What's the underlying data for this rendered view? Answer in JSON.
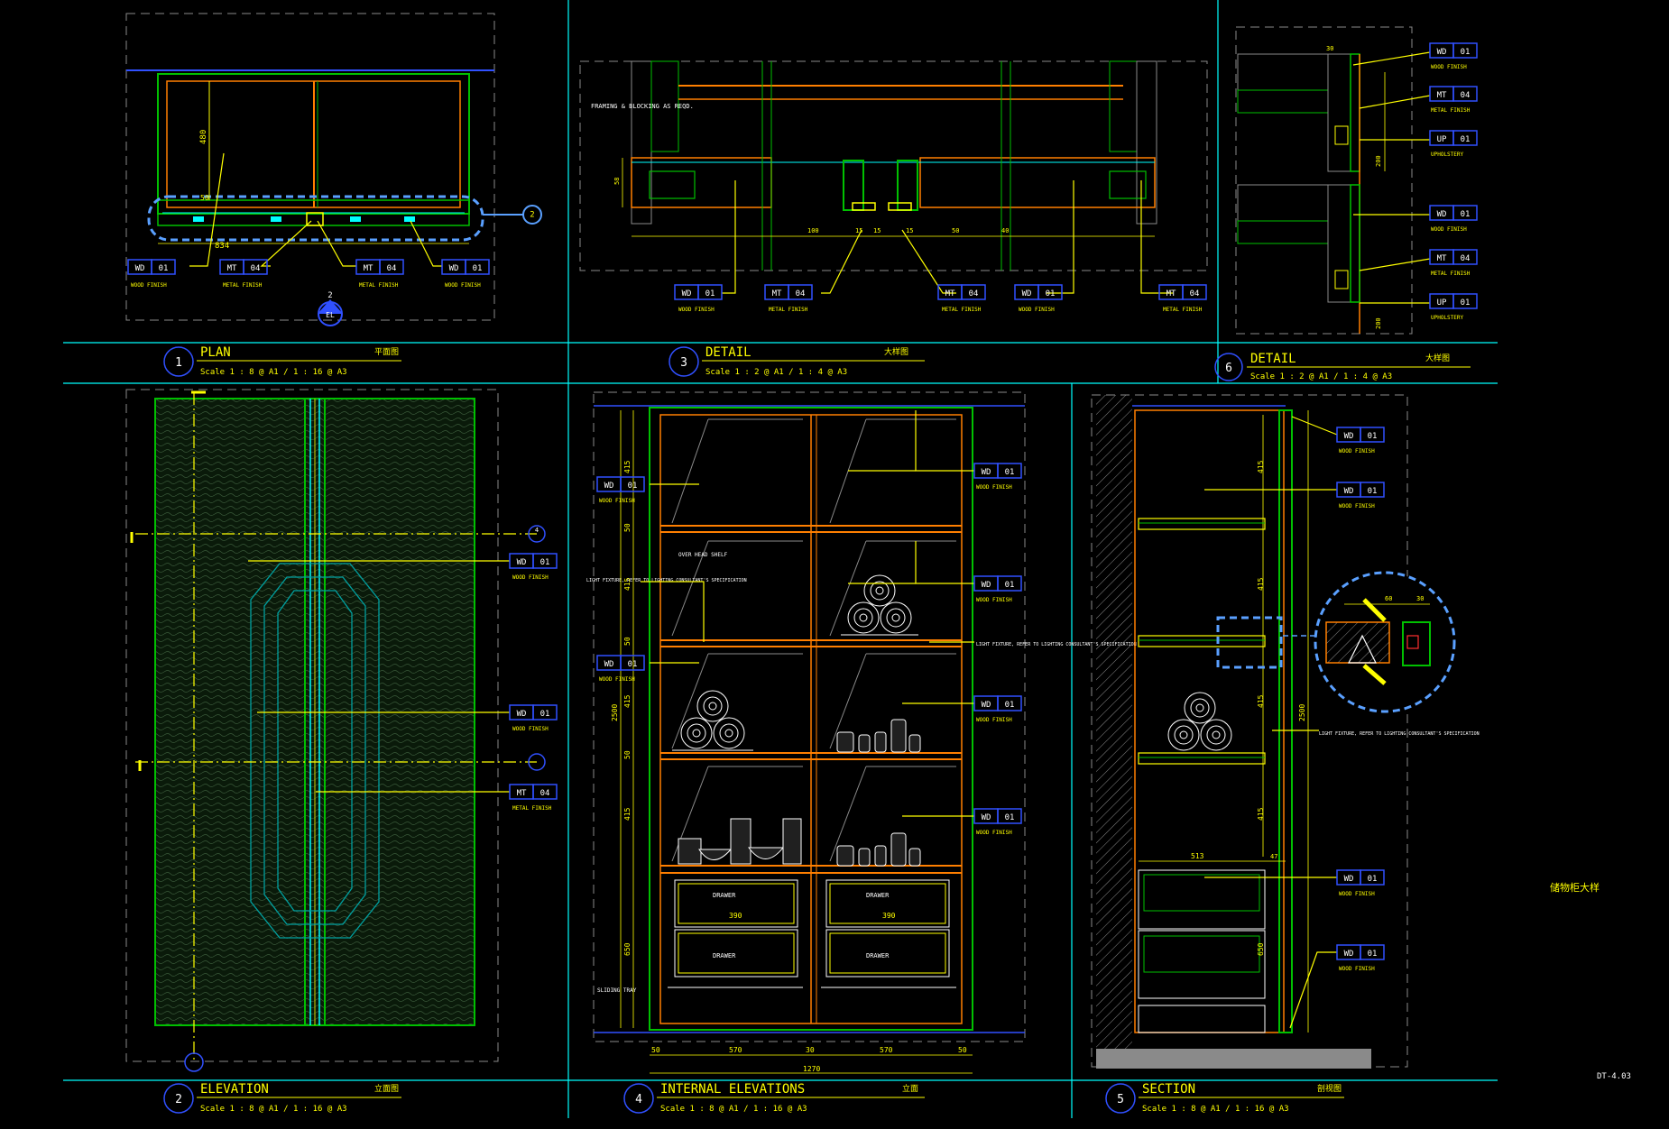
{
  "sheet": {
    "drawing_number": "DT-4.03",
    "title_cn": "储物柜大样"
  },
  "views": {
    "plan": {
      "num": "1",
      "title": "PLAN",
      "title_cn": "平面图",
      "scale": "Scale 1 : 8 @ A1 / 1 : 16 @ A3",
      "dims": [
        "480",
        "834",
        "50"
      ]
    },
    "detail3": {
      "num": "3",
      "title": "DETAIL",
      "title_cn": "大样图",
      "scale": "Scale 1 : 2 @ A1 / 1 : 4 @ A3",
      "note": "FRAMING & BLOCKING AS REQD.",
      "dims": [
        "58",
        "100",
        "15",
        "15",
        "15",
        "50",
        "40"
      ]
    },
    "detail6": {
      "num": "6",
      "title": "DETAIL",
      "title_cn": "大样图",
      "scale": "Scale 1 : 2 @ A1 / 1 : 4 @ A3",
      "dims": [
        "30",
        "200",
        "200"
      ]
    },
    "elevation": {
      "num": "2",
      "title": "ELEVATION",
      "title_cn": "立面图",
      "scale": "Scale 1 : 8 @ A1 / 1 : 16 @ A3"
    },
    "internal": {
      "num": "4",
      "title": "INTERNAL ELEVATIONS",
      "title_cn": "立面",
      "scale": "Scale 1 : 8 @ A1 / 1 : 16 @ A3",
      "notes": [
        "OVER HEAD SHELF",
        "LIGHT FIXTURE, REFER TO LIGHTING CONSULTANT'S SPECIFICATION",
        "LIGHT FIXTURE, REFER TO LIGHTING CONSULTANT'S SPECIFICATION",
        "DRAWER",
        "DRAWER",
        "DRAWER",
        "DRAWER",
        "SLIDING TRAY"
      ],
      "dims_v": [
        "415",
        "50",
        "415",
        "50",
        "415",
        "50",
        "415",
        "650",
        "2500"
      ],
      "dims_h": [
        "50",
        "570",
        "30",
        "570",
        "50",
        "1270",
        "390",
        "390"
      ]
    },
    "section": {
      "num": "5",
      "title": "SECTION",
      "title_cn": "剖视图",
      "scale": "Scale 1 : 8 @ A1 / 1 : 16 @ A3",
      "notes": [
        "LIGHT FIXTURE, REFER TO LIGHTING CONSULTANT'S SPECIFICATION"
      ],
      "dims": [
        "415",
        "415",
        "415",
        "415",
        "650",
        "2500",
        "513",
        "47",
        "60",
        "30"
      ]
    }
  },
  "tags": {
    "wd": {
      "code": "WD",
      "num": "01",
      "label": "WOOD FINISH"
    },
    "mt": {
      "code": "MT",
      "num": "04",
      "label": "METAL FINISH"
    },
    "up": {
      "code": "UP",
      "num": "01",
      "label": "UPHOLSTERY"
    }
  },
  "markers": {
    "el_top": "2",
    "el_label": "EL",
    "sec_ref": "2",
    "sec_ref2": "4"
  },
  "colors": {
    "background": "#000000",
    "yellow": "#ffff00",
    "cyan": "#00ffff",
    "green": "#00c000",
    "orange": "#ff7f00",
    "blue": "#3050ff",
    "grey": "#8a8a8a",
    "red": "#ff3030",
    "white": "#ffffff"
  }
}
